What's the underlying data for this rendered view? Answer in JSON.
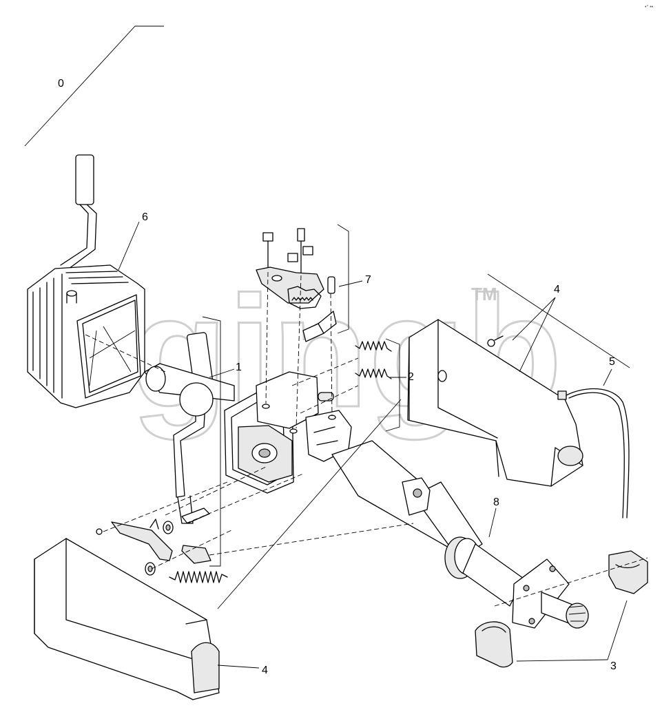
{
  "corner_mark": "•° ••",
  "watermark": {
    "text": "gingb",
    "trademark": "TM"
  },
  "callouts": [
    {
      "id": "callout-0",
      "text": "0"
    },
    {
      "id": "callout-6",
      "text": "6"
    },
    {
      "id": "callout-7",
      "text": "7"
    },
    {
      "id": "callout-1",
      "text": "1"
    },
    {
      "id": "callout-2",
      "text": "2"
    },
    {
      "id": "callout-4-top",
      "text": "4"
    },
    {
      "id": "callout-5",
      "text": "5"
    },
    {
      "id": "callout-8",
      "text": "8"
    },
    {
      "id": "callout-3",
      "text": "3"
    },
    {
      "id": "callout-4-bottom",
      "text": "4"
    }
  ]
}
